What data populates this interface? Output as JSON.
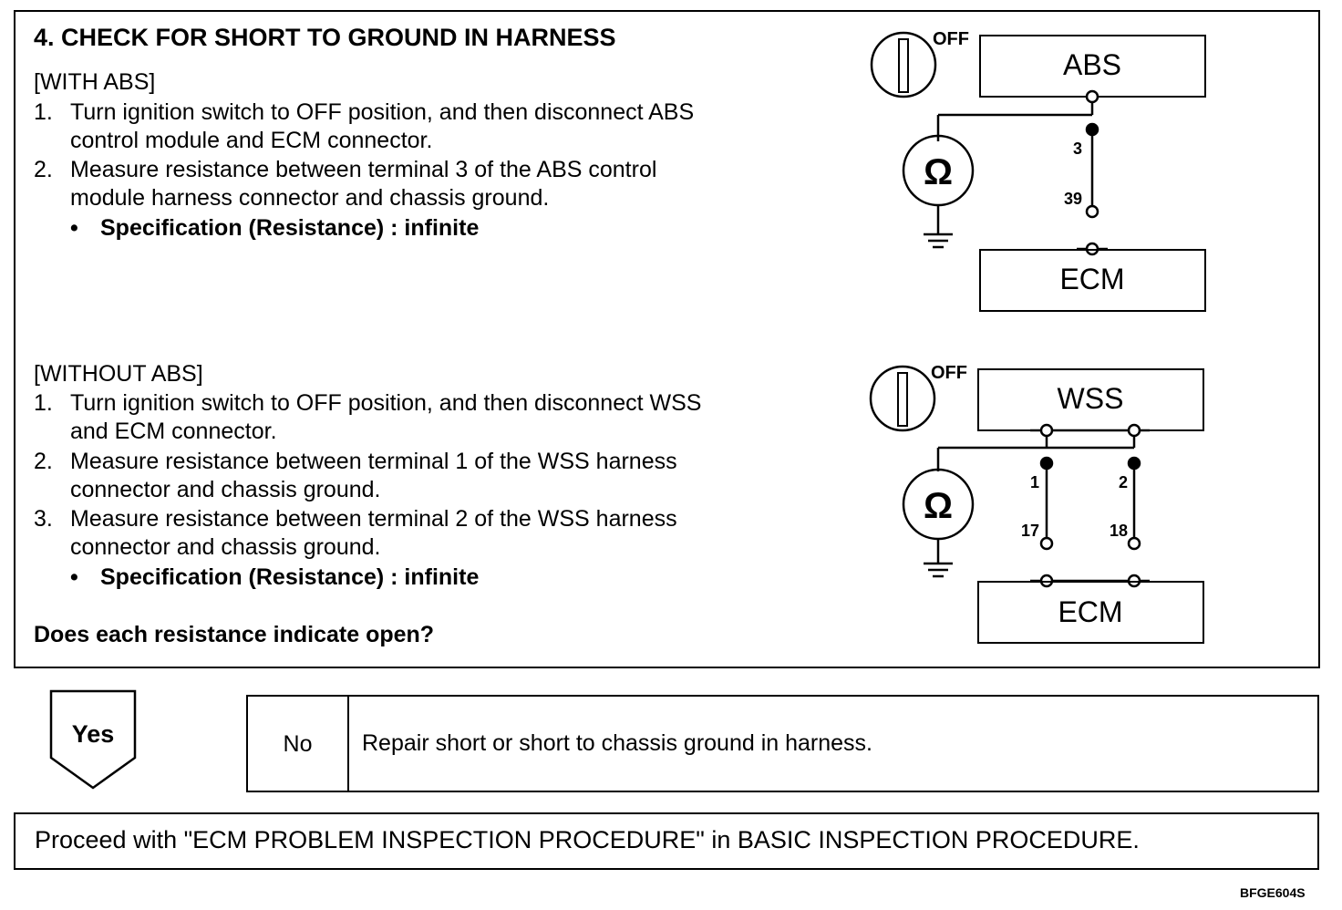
{
  "step": {
    "title": "4.  CHECK FOR SHORT TO GROUND IN HARNESS",
    "with_abs": {
      "header": "[WITH ABS]",
      "items": [
        {
          "num": "1.",
          "line1": "Turn ignition switch to OFF position, and then disconnect ABS",
          "line2": "control module and ECM connector."
        },
        {
          "num": "2.",
          "line1": "Measure resistance between terminal 3 of the ABS control",
          "line2": "module harness connector and chassis ground."
        }
      ],
      "spec": "Specification (Resistance) : infinite"
    },
    "without_abs": {
      "header": "[WITHOUT ABS]",
      "items": [
        {
          "num": "1.",
          "line1": "Turn ignition switch to OFF position, and then disconnect WSS",
          "line2": "and ECM connector."
        },
        {
          "num": "2.",
          "line1": "Measure resistance between terminal 1 of the WSS harness",
          "line2": "connector and chassis ground."
        },
        {
          "num": "3.",
          "line1": "Measure resistance between terminal 2 of the WSS harness",
          "line2": "connector and chassis ground."
        }
      ],
      "spec": "Specification (Resistance) : infinite"
    },
    "question": "Does each resistance indicate open?"
  },
  "diagram_top": {
    "switch_label": "OFF",
    "module": "ABS",
    "meter_symbol": "Ω",
    "pin_module": "3",
    "pin_ecm": "39",
    "ecm": "ECM"
  },
  "diagram_bottom": {
    "switch_label": "OFF",
    "module": "WSS",
    "meter_symbol": "Ω",
    "pin_a": "1",
    "pin_b": "2",
    "pin_ecm_a": "17",
    "pin_ecm_b": "18",
    "ecm": "ECM"
  },
  "yes_label": "Yes",
  "no_label": "No",
  "no_action": "Repair short or short to chassis ground in harness.",
  "proceed": "Proceed with \"ECM PROBLEM INSPECTION PROCEDURE\" in BASIC INSPECTION PROCEDURE.",
  "figure_id": "BFGE604S"
}
